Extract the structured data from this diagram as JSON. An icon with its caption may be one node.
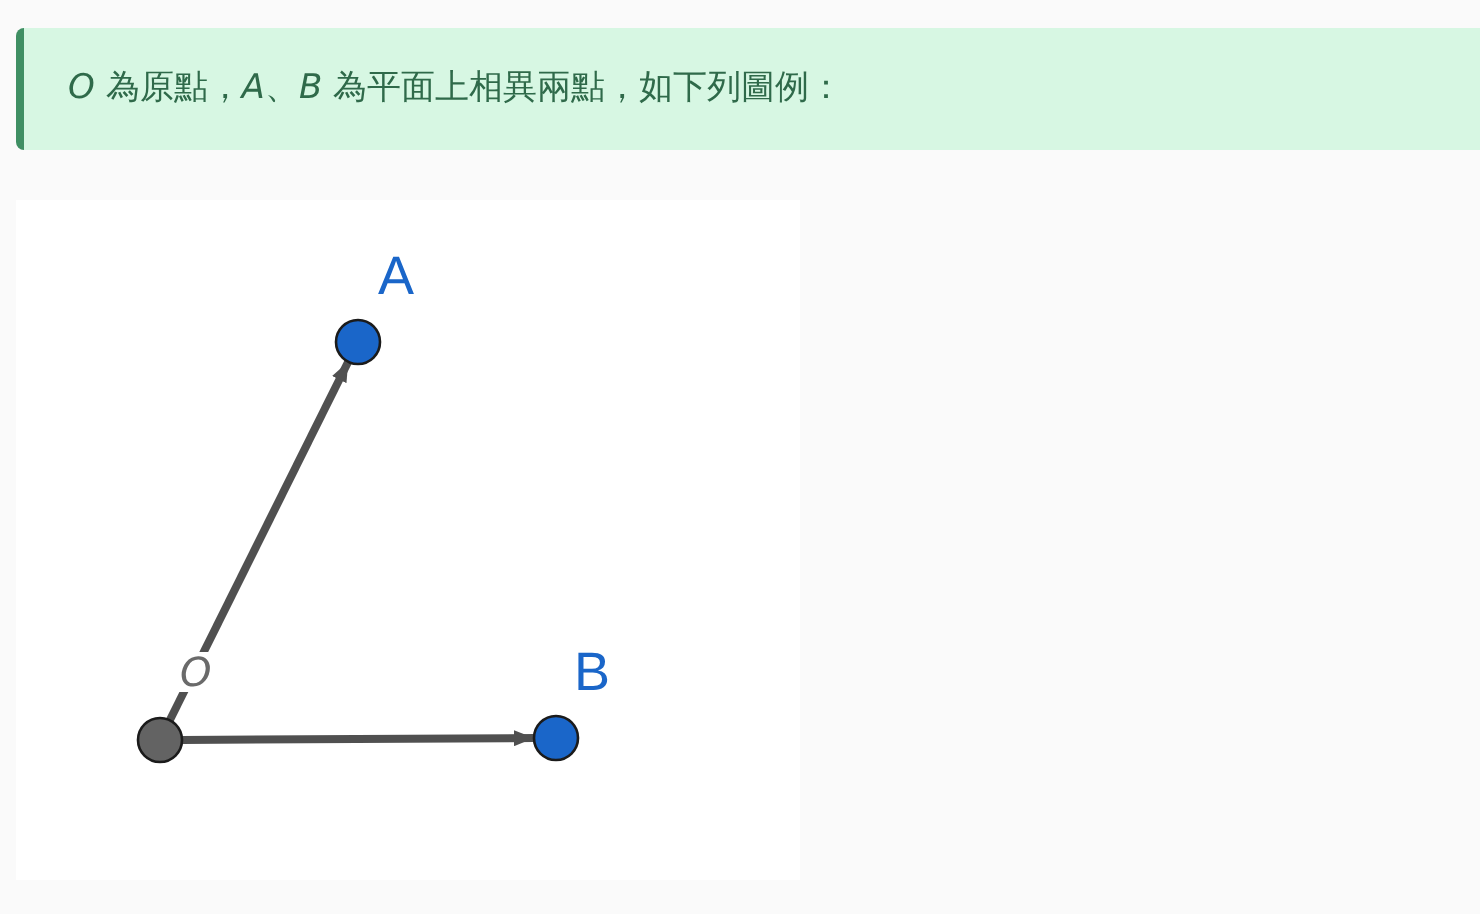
{
  "diagram": {
    "title": "*O* 為原點，*A*、*B* 為平面上相異兩點，如下列圖例：",
    "nodes": [
      {
        "text": [],
        "shape": "circle",
        "beside": [
          "O"
        ]
      },
      {
        "text": [],
        "shape": "circle",
        "beside": [
          "A"
        ]
      },
      {
        "text": [],
        "shape": "circle",
        "beside": [
          "B"
        ]
      }
    ],
    "edges": [
      {
        "from": 0,
        "to": 1,
        "arrow": "to"
      },
      {
        "from": 0,
        "to": 2,
        "arrow": "to"
      }
    ]
  }
}
